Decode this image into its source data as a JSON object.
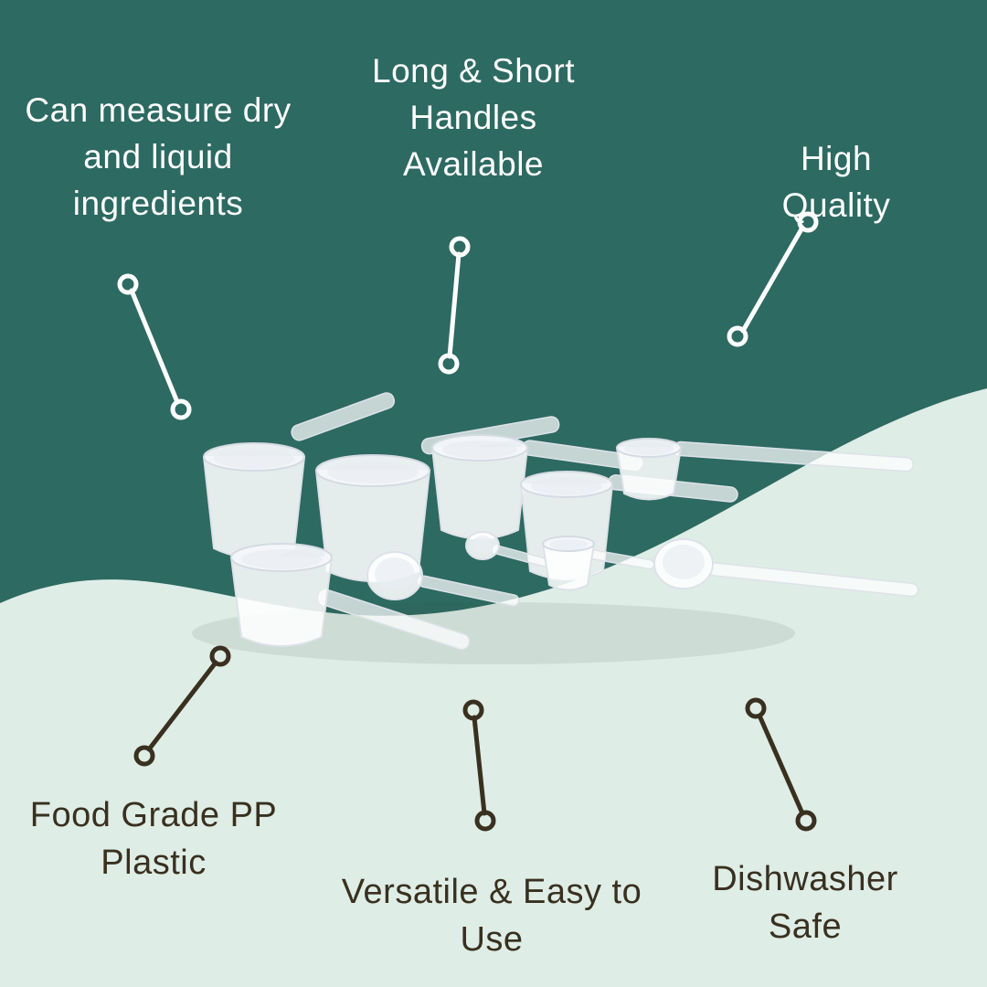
{
  "title": "Measuring scoops feature infographic",
  "colors": {
    "teal_background": "#2D6A61",
    "mint_background": "#DEEDE6",
    "light_text": "#FFFFFF",
    "dark_text": "#39301F",
    "scoop_white": "#FFFFFF"
  },
  "product": {
    "name": "measuring-scoops-set",
    "description": "Assorted white translucent plastic measuring scoops and spoons with long and short handles"
  },
  "callouts": {
    "dry_liquid": {
      "label": "Can measure dry\nand liquid\ningredients"
    },
    "handles": {
      "label": "Long & Short\nHandles\nAvailable"
    },
    "quality": {
      "label": "High Quality"
    },
    "food_grade": {
      "label": "Food Grade PP\nPlastic"
    },
    "versatile": {
      "label": "Versatile & Easy to\nUse"
    },
    "dishwasher": {
      "label": "Dishwasher Safe"
    }
  }
}
